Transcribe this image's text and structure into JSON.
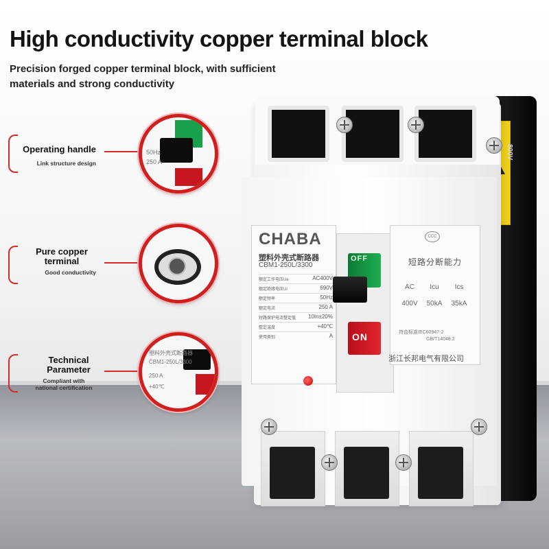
{
  "header": {
    "title": "High conductivity copper terminal block",
    "subtitle": "Precision forged copper terminal block, with sufficient materials and strong conductivity"
  },
  "features": [
    {
      "title": "Operating handle",
      "desc": "Link structure design",
      "icon": "handle-closeup"
    },
    {
      "title": "Pure copper terminal",
      "desc": "Good conductivity",
      "icon": "terminal-closeup"
    },
    {
      "title": "Technical Parameter",
      "desc": "Compliant with national certification",
      "icon": "label-closeup"
    }
  ],
  "product": {
    "brand": "CHABA",
    "name_cn": "塑料外壳式断路器",
    "model": "CBM1-250L/3300",
    "handle_off": "OFF",
    "handle_on": "ON",
    "specs": [
      {
        "key": "额定工作电压Ue",
        "value": "AC400V"
      },
      {
        "key": "额定绝缘电压Ui",
        "value": "690V"
      },
      {
        "key": "额定频率",
        "value": "50Hz"
      },
      {
        "key": "额定电流",
        "value": "250 A"
      },
      {
        "key": "短路保护电流整定值",
        "value": "10In±20%"
      },
      {
        "key": "整定温度",
        "value": "+40℃"
      },
      {
        "key": "使用类别",
        "value": "A"
      }
    ],
    "capacity": {
      "title": "短路分断能力",
      "headers": [
        "AC",
        "Icu",
        "Ics"
      ],
      "values": [
        "400V",
        "50kA",
        "35kA"
      ]
    },
    "standard_1": "符合标准IEC60947-2",
    "standard_2": "GB/T14048.2",
    "company": "浙江长邦电气有限公司",
    "side_mark": "800V"
  },
  "colors": {
    "accent_red": "#d22b2b",
    "handle_green": "#1fae52",
    "handle_red": "#e2262f",
    "warning_yellow": "#f0cf1a"
  }
}
